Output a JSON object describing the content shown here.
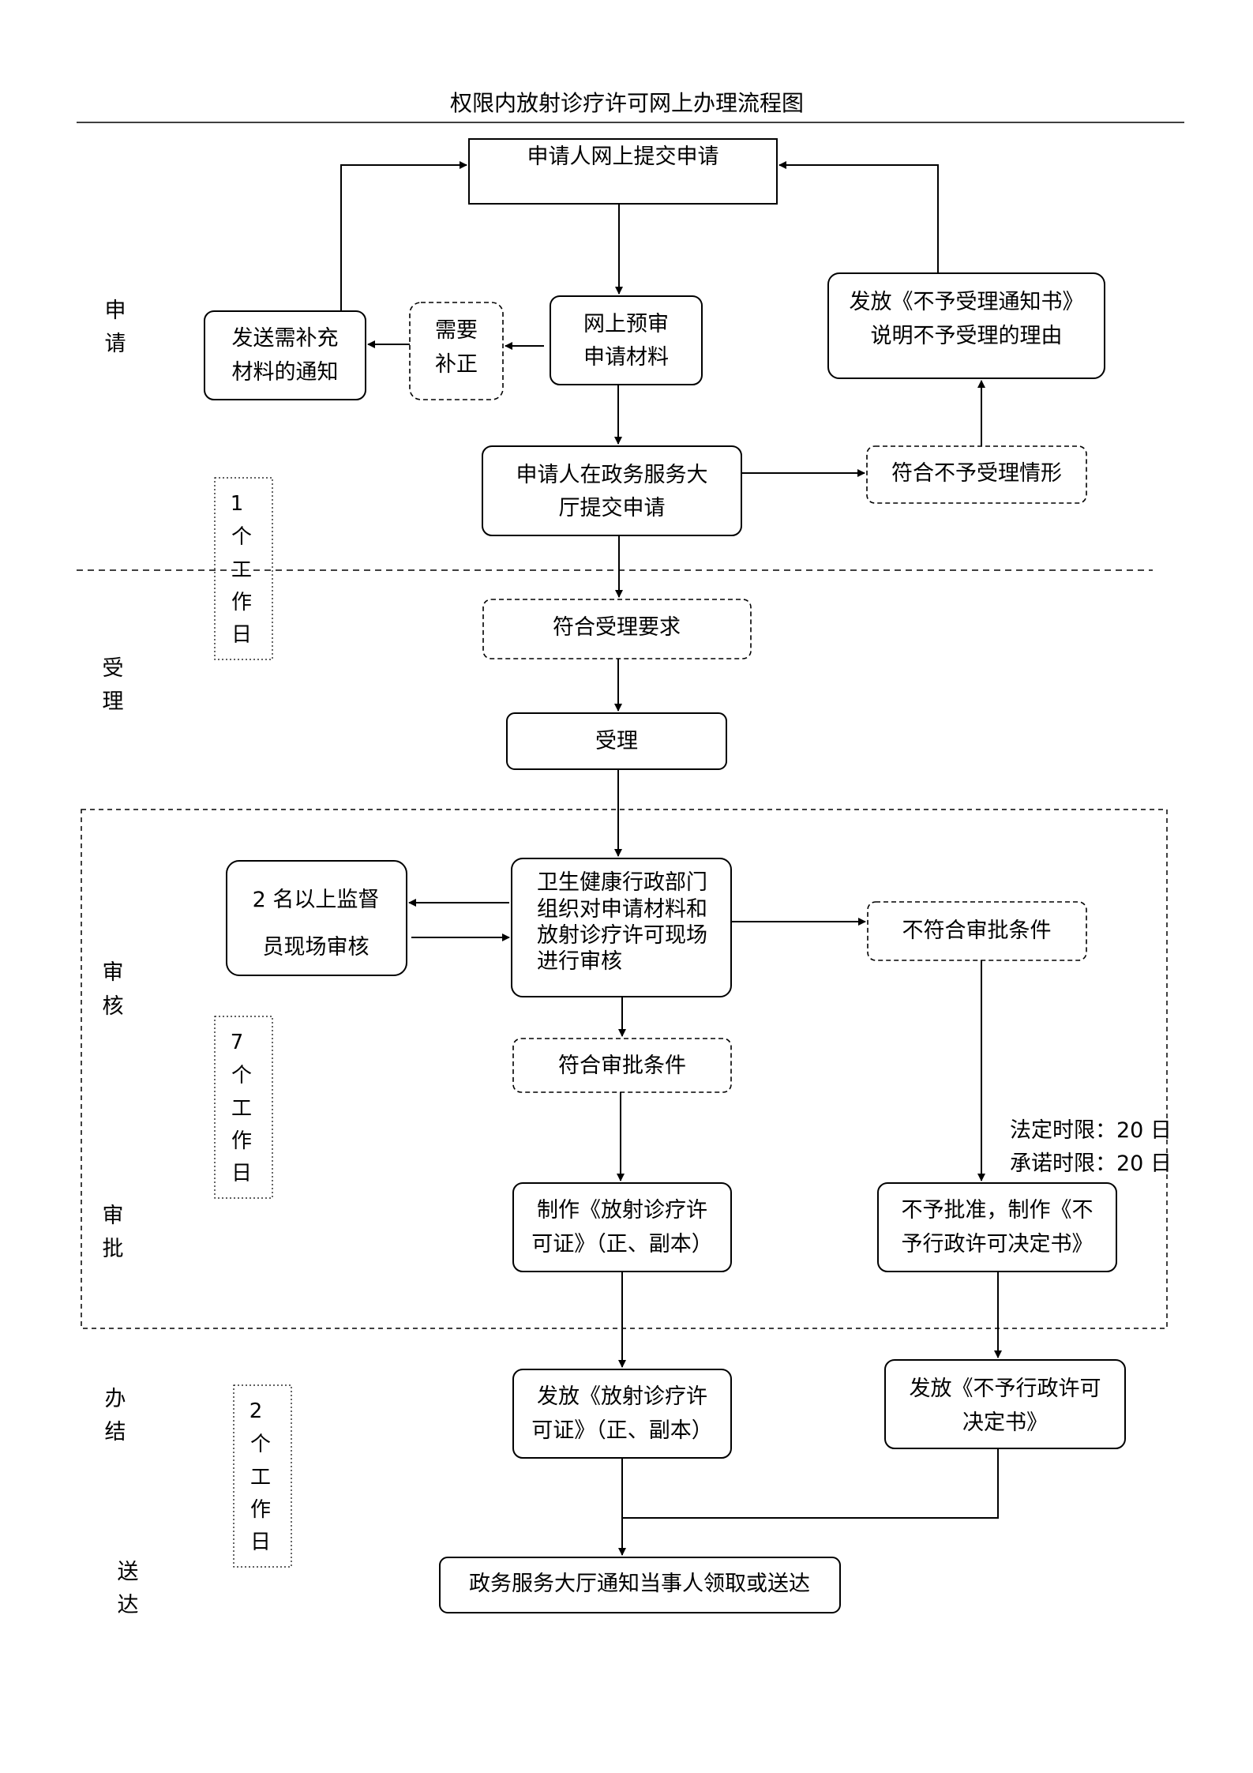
{
  "title": "权限内放射诊疗许可网上办理流程图",
  "stages": [
    {
      "id": "apply",
      "chars": [
        "申",
        "请"
      ]
    },
    {
      "id": "accept",
      "chars": [
        "受",
        "理"
      ]
    },
    {
      "id": "review",
      "chars": [
        "审",
        "核"
      ]
    },
    {
      "id": "approve",
      "chars": [
        "审",
        "批"
      ]
    },
    {
      "id": "conclude",
      "chars": [
        "办",
        "结"
      ]
    },
    {
      "id": "deliver",
      "chars": [
        "送",
        "达"
      ]
    }
  ],
  "day_notes": [
    {
      "id": "d1",
      "lines": [
        "1",
        "个",
        "工",
        "作",
        "日"
      ]
    },
    {
      "id": "d7",
      "lines": [
        "7",
        "个",
        "工",
        "作",
        "日"
      ]
    },
    {
      "id": "d2",
      "lines": [
        "2",
        "个",
        "工",
        "作",
        "日"
      ]
    }
  ],
  "nodes": {
    "submit_online": {
      "lines": [
        "申请人网上提交申请"
      ]
    },
    "prereview": {
      "lines": [
        "网上预审",
        "申请材料"
      ]
    },
    "need_fix": {
      "lines": [
        "需要",
        "补正"
      ]
    },
    "send_fix_notice": {
      "lines": [
        "发送需补充",
        "材料的通知"
      ]
    },
    "issue_reject_notice": {
      "lines": [
        "发放《不予受理通知书》",
        "说明不予受理的理由"
      ]
    },
    "submit_hall": {
      "lines": [
        "申请人在政务服务大",
        "厅提交申请"
      ]
    },
    "reject_case": {
      "lines": [
        "符合不予受理情形"
      ]
    },
    "meet_accept": {
      "lines": [
        "符合受理要求"
      ]
    },
    "accept": {
      "lines": [
        "受理"
      ]
    },
    "inspectors": {
      "lines": [
        "2 名以上监督",
        "员现场审核"
      ]
    },
    "health_review": {
      "lines": [
        "卫生健康行政部门",
        "组织对申请材料和",
        "放射诊疗许可现场",
        "进行审核"
      ]
    },
    "not_meet": {
      "lines": [
        "不符合审批条件"
      ]
    },
    "meet_approve": {
      "lines": [
        "符合审批条件"
      ]
    },
    "make_license": {
      "lines": [
        "制作《放射诊疗许",
        "可证》（正、副本）"
      ]
    },
    "deny_decision": {
      "lines": [
        "不予批准，制作《不",
        "予行政许可决定书》"
      ]
    },
    "issue_license": {
      "lines": [
        "发放《放射诊疗许",
        "可证》（正、副本）"
      ]
    },
    "issue_deny": {
      "lines": [
        "发放《不予行政许可",
        "决定书》"
      ]
    },
    "notify": {
      "lines": [
        "政务服务大厅通知当事人领取或送达"
      ]
    }
  },
  "time_limits": [
    "法定时限：20 日",
    "承诺时限：20 日"
  ]
}
